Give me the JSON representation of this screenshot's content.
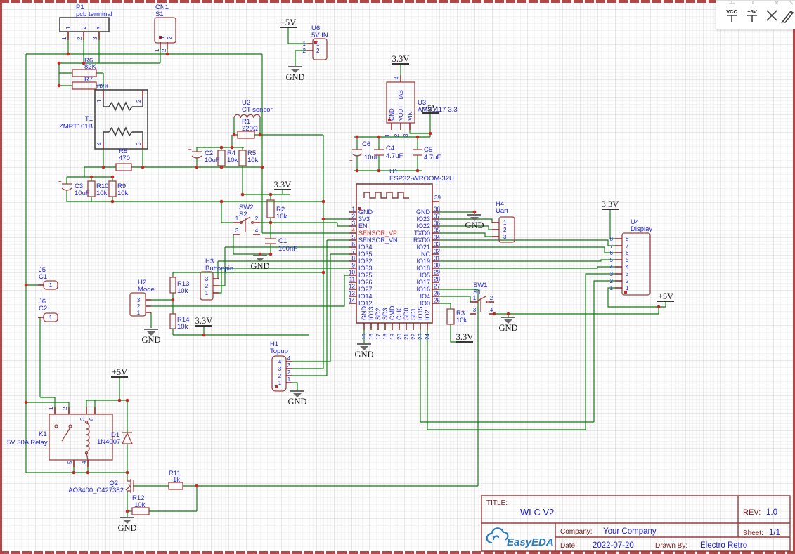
{
  "toolbar": {
    "vcc": "VCC",
    "plus5v": "+5V"
  },
  "nets": {
    "gnd": "GND",
    "v33": "3.3V",
    "v5": "+5V"
  },
  "colors": {
    "wire": "#0a7d0a",
    "symbol": "#9e4343",
    "pin_stub": "#8b2222",
    "label_blue": "#2121cc",
    "highlight_red": "#cc2222",
    "frame_maroon": "#9d3b3b",
    "logo_blue": "#2a7bc0"
  },
  "parts": {
    "p1": {
      "ref": "P1",
      "val": "pcb terminal",
      "pins": [
        "1",
        "2",
        "3"
      ]
    },
    "cn1": {
      "ref": "CN1",
      "val": "S1",
      "pins": [
        "1",
        "2"
      ]
    },
    "r6": {
      "ref": "R6",
      "val": "82K"
    },
    "r7": {
      "ref": "R7",
      "val": "82K"
    },
    "t1": {
      "ref": "T1",
      "val": "ZMPT101B",
      "pins": [
        "1",
        "2",
        "3",
        "4"
      ]
    },
    "r8": {
      "ref": "R8",
      "val": "470"
    },
    "c2": {
      "ref": "C2",
      "val": "10uF"
    },
    "r4": {
      "ref": "R4",
      "val": "10k"
    },
    "r5": {
      "ref": "R5",
      "val": "10k"
    },
    "c3": {
      "ref": "C3",
      "val": "10uF"
    },
    "r10": {
      "ref": "R10",
      "val": "10k"
    },
    "r9": {
      "ref": "R9",
      "val": "10k"
    },
    "u2": {
      "ref": "U2",
      "val": "CT sensor"
    },
    "r1": {
      "ref": "R1",
      "val": "220Ω"
    },
    "r2": {
      "ref": "R2",
      "val": "10k"
    },
    "sw2": {
      "ref": "SW2",
      "val": "S2",
      "pins": [
        "1",
        "2",
        "3",
        "4"
      ]
    },
    "c1": {
      "ref": "C1",
      "val": "100nF"
    },
    "h2": {
      "ref": "H2",
      "val": "Mode",
      "pins": [
        {
          "num": "3"
        },
        {
          "num": "2"
        },
        {
          "num": "1"
        }
      ]
    },
    "r13": {
      "ref": "R13",
      "val": "10k"
    },
    "r14": {
      "ref": "R14",
      "val": "10k"
    },
    "h3": {
      "ref": "H3",
      "val": "Buttonpin",
      "pins": [
        {
          "num": "3"
        },
        {
          "num": "2"
        },
        {
          "num": "1"
        }
      ]
    },
    "u6": {
      "ref": "U6",
      "val": "5V IN",
      "pins": [
        "1",
        "2"
      ]
    },
    "u3": {
      "ref": "U3",
      "val": "AMS1117-3.3",
      "pin_names": [
        "GND",
        "VOUT",
        "VIN",
        "TAB"
      ],
      "pin_nums": [
        "1",
        "2",
        "3",
        "4"
      ]
    },
    "c6": {
      "ref": "C6",
      "val": "10uF"
    },
    "c4": {
      "ref": "C4",
      "val": "4.7uF"
    },
    "c5": {
      "ref": "C5",
      "val": "4.7uF"
    },
    "u1": {
      "ref": "U1",
      "val": "ESP32-WROOM-32U",
      "pin39": "39",
      "left": [
        {
          "num": "1",
          "name": "GND"
        },
        {
          "num": "2",
          "name": "3V3"
        },
        {
          "num": "3",
          "name": "EN"
        },
        {
          "num": "4",
          "name": "SENSOR_VP",
          "c": "#cc2222"
        },
        {
          "num": "5",
          "name": "SENSOR_VN"
        },
        {
          "num": "6",
          "name": "IO34"
        },
        {
          "num": "7",
          "name": "IO35"
        },
        {
          "num": "8",
          "name": "IO32"
        },
        {
          "num": "9",
          "name": "IO33"
        },
        {
          "num": "10",
          "name": "IO25"
        },
        {
          "num": "11",
          "name": "IO26"
        },
        {
          "num": "12",
          "name": "IO27"
        },
        {
          "num": "13",
          "name": "IO14"
        },
        {
          "num": "14",
          "name": "IO12"
        }
      ],
      "right": [
        {
          "num": "38",
          "name": "GND"
        },
        {
          "num": "37",
          "name": "IO23"
        },
        {
          "num": "36",
          "name": "IO22"
        },
        {
          "num": "35",
          "name": "TXD0"
        },
        {
          "num": "34",
          "name": "RXD0"
        },
        {
          "num": "33",
          "name": "IO21"
        },
        {
          "num": "32",
          "name": "NC"
        },
        {
          "num": "31",
          "name": "IO19"
        },
        {
          "num": "30",
          "name": "IO18"
        },
        {
          "num": "29",
          "name": "IO5"
        },
        {
          "num": "28",
          "name": "IO17"
        },
        {
          "num": "27",
          "name": "IO16"
        },
        {
          "num": "26",
          "name": "IO4"
        },
        {
          "num": "25",
          "name": "IO0"
        }
      ],
      "bottom": [
        {
          "num": "15",
          "name": "GND"
        },
        {
          "num": "16",
          "name": "IO13"
        },
        {
          "num": "17",
          "name": "SD2"
        },
        {
          "num": "18",
          "name": "SD3"
        },
        {
          "num": "19",
          "name": "CMD"
        },
        {
          "num": "20",
          "name": "CLK"
        },
        {
          "num": "21",
          "name": "SD0"
        },
        {
          "num": "22",
          "name": "SD1"
        },
        {
          "num": "23",
          "name": "IO15"
        },
        {
          "num": "24",
          "name": "IO2"
        }
      ]
    },
    "h4": {
      "ref": "H4",
      "val": "Uart",
      "pins": [
        {
          "num": "1"
        },
        {
          "num": "2"
        },
        {
          "num": "3"
        }
      ]
    },
    "u4": {
      "ref": "U4",
      "val": "Display",
      "pins": [
        {
          "num": "8"
        },
        {
          "num": "7"
        },
        {
          "num": "6"
        },
        {
          "num": "5"
        },
        {
          "num": "4"
        },
        {
          "num": "3"
        },
        {
          "num": "2"
        },
        {
          "num": "1"
        }
      ]
    },
    "sw1": {
      "ref": "SW1",
      "val": "S1",
      "pins": [
        "1",
        "2",
        "3",
        "4"
      ]
    },
    "r3": {
      "ref": "R3",
      "val": "10k"
    },
    "h1": {
      "ref": "H1",
      "val": "Topup",
      "pins": [
        {
          "num": "4"
        },
        {
          "num": "3"
        },
        {
          "num": "2"
        },
        {
          "num": "1"
        }
      ]
    },
    "j5": {
      "ref": "J5",
      "val": "C1",
      "pins": [
        "1"
      ]
    },
    "j6": {
      "ref": "J6",
      "val": "C2",
      "pins": [
        "1"
      ]
    },
    "k1": {
      "ref": "K1",
      "val": "5V 30A Relay",
      "pins": [
        "1",
        "2",
        "3",
        "6",
        "5",
        "4"
      ]
    },
    "d1": {
      "ref": "D1",
      "val": "1N4007"
    },
    "q2": {
      "ref": "Q2",
      "val": "AO3400_C427382"
    },
    "r11": {
      "ref": "R11",
      "val": "1k"
    },
    "r12": {
      "ref": "R12",
      "val": "10k"
    }
  },
  "title_block": {
    "title_label": "TITLE:",
    "title": "WLC V2",
    "rev_label": "REV:",
    "rev": "1.0",
    "company_label": "Company:",
    "company": "Your Company",
    "sheet_label": "Sheet:",
    "sheet": "1/1",
    "date_label": "Date:",
    "date": "2022-07-20",
    "drawn_label": "Drawn By:",
    "drawn_by": "Electro Retro",
    "logo": "EasyEDA"
  }
}
